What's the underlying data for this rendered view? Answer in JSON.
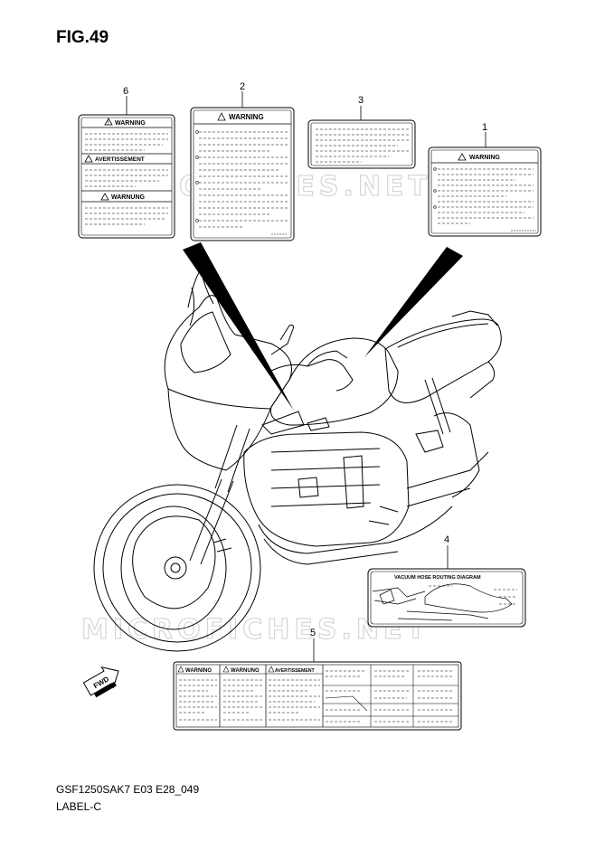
{
  "figure_title": "FIG.49",
  "footer": {
    "model_code": "GSF1250SAK7 E03 E28_049",
    "subtitle": "LABEL-C"
  },
  "watermark": "MICROFICHES.NET",
  "callouts": {
    "c1": "1",
    "c2": "2",
    "c3": "3",
    "c4": "4",
    "c5": "5",
    "c6": "6"
  },
  "labels": {
    "label6": {
      "warning1": "WARNING",
      "avertissement": "AVERTISSEMENT",
      "warning2": "WARNUNG"
    },
    "label2": {
      "heading": "WARNING"
    },
    "label1": {
      "heading": "WARNING"
    },
    "label4": {
      "heading": "VACUUM HOSE ROUTING DIAGRAM"
    },
    "label5": {
      "warning": "WARNING",
      "warnung": "WARNUNG",
      "avertissement": "AVERTISSEMENT"
    }
  },
  "fwd_badge": "FWD",
  "icons": [
    "warning-triangle-icon",
    "fwd-arrow-icon"
  ]
}
